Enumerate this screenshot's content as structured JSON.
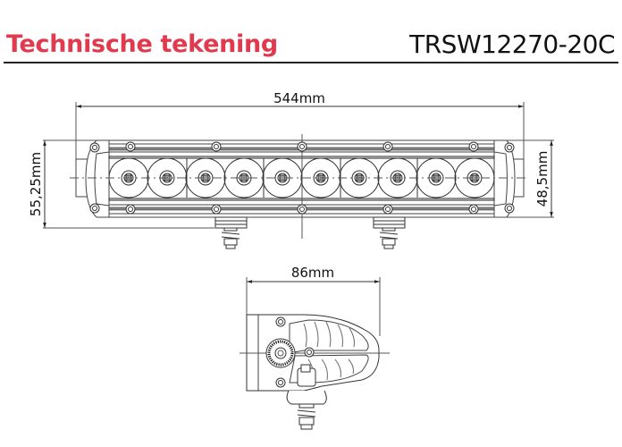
{
  "header": {
    "title": "Technische tekening",
    "product_code": "TRSW12270-20C",
    "title_color": "#e03a4e"
  },
  "front_view": {
    "width_label": "544mm",
    "height_label_left": "55,25mm",
    "height_label_right": "48,5mm",
    "led_count": 10,
    "mounting_brackets": 2
  },
  "side_view": {
    "width_label": "86mm"
  }
}
